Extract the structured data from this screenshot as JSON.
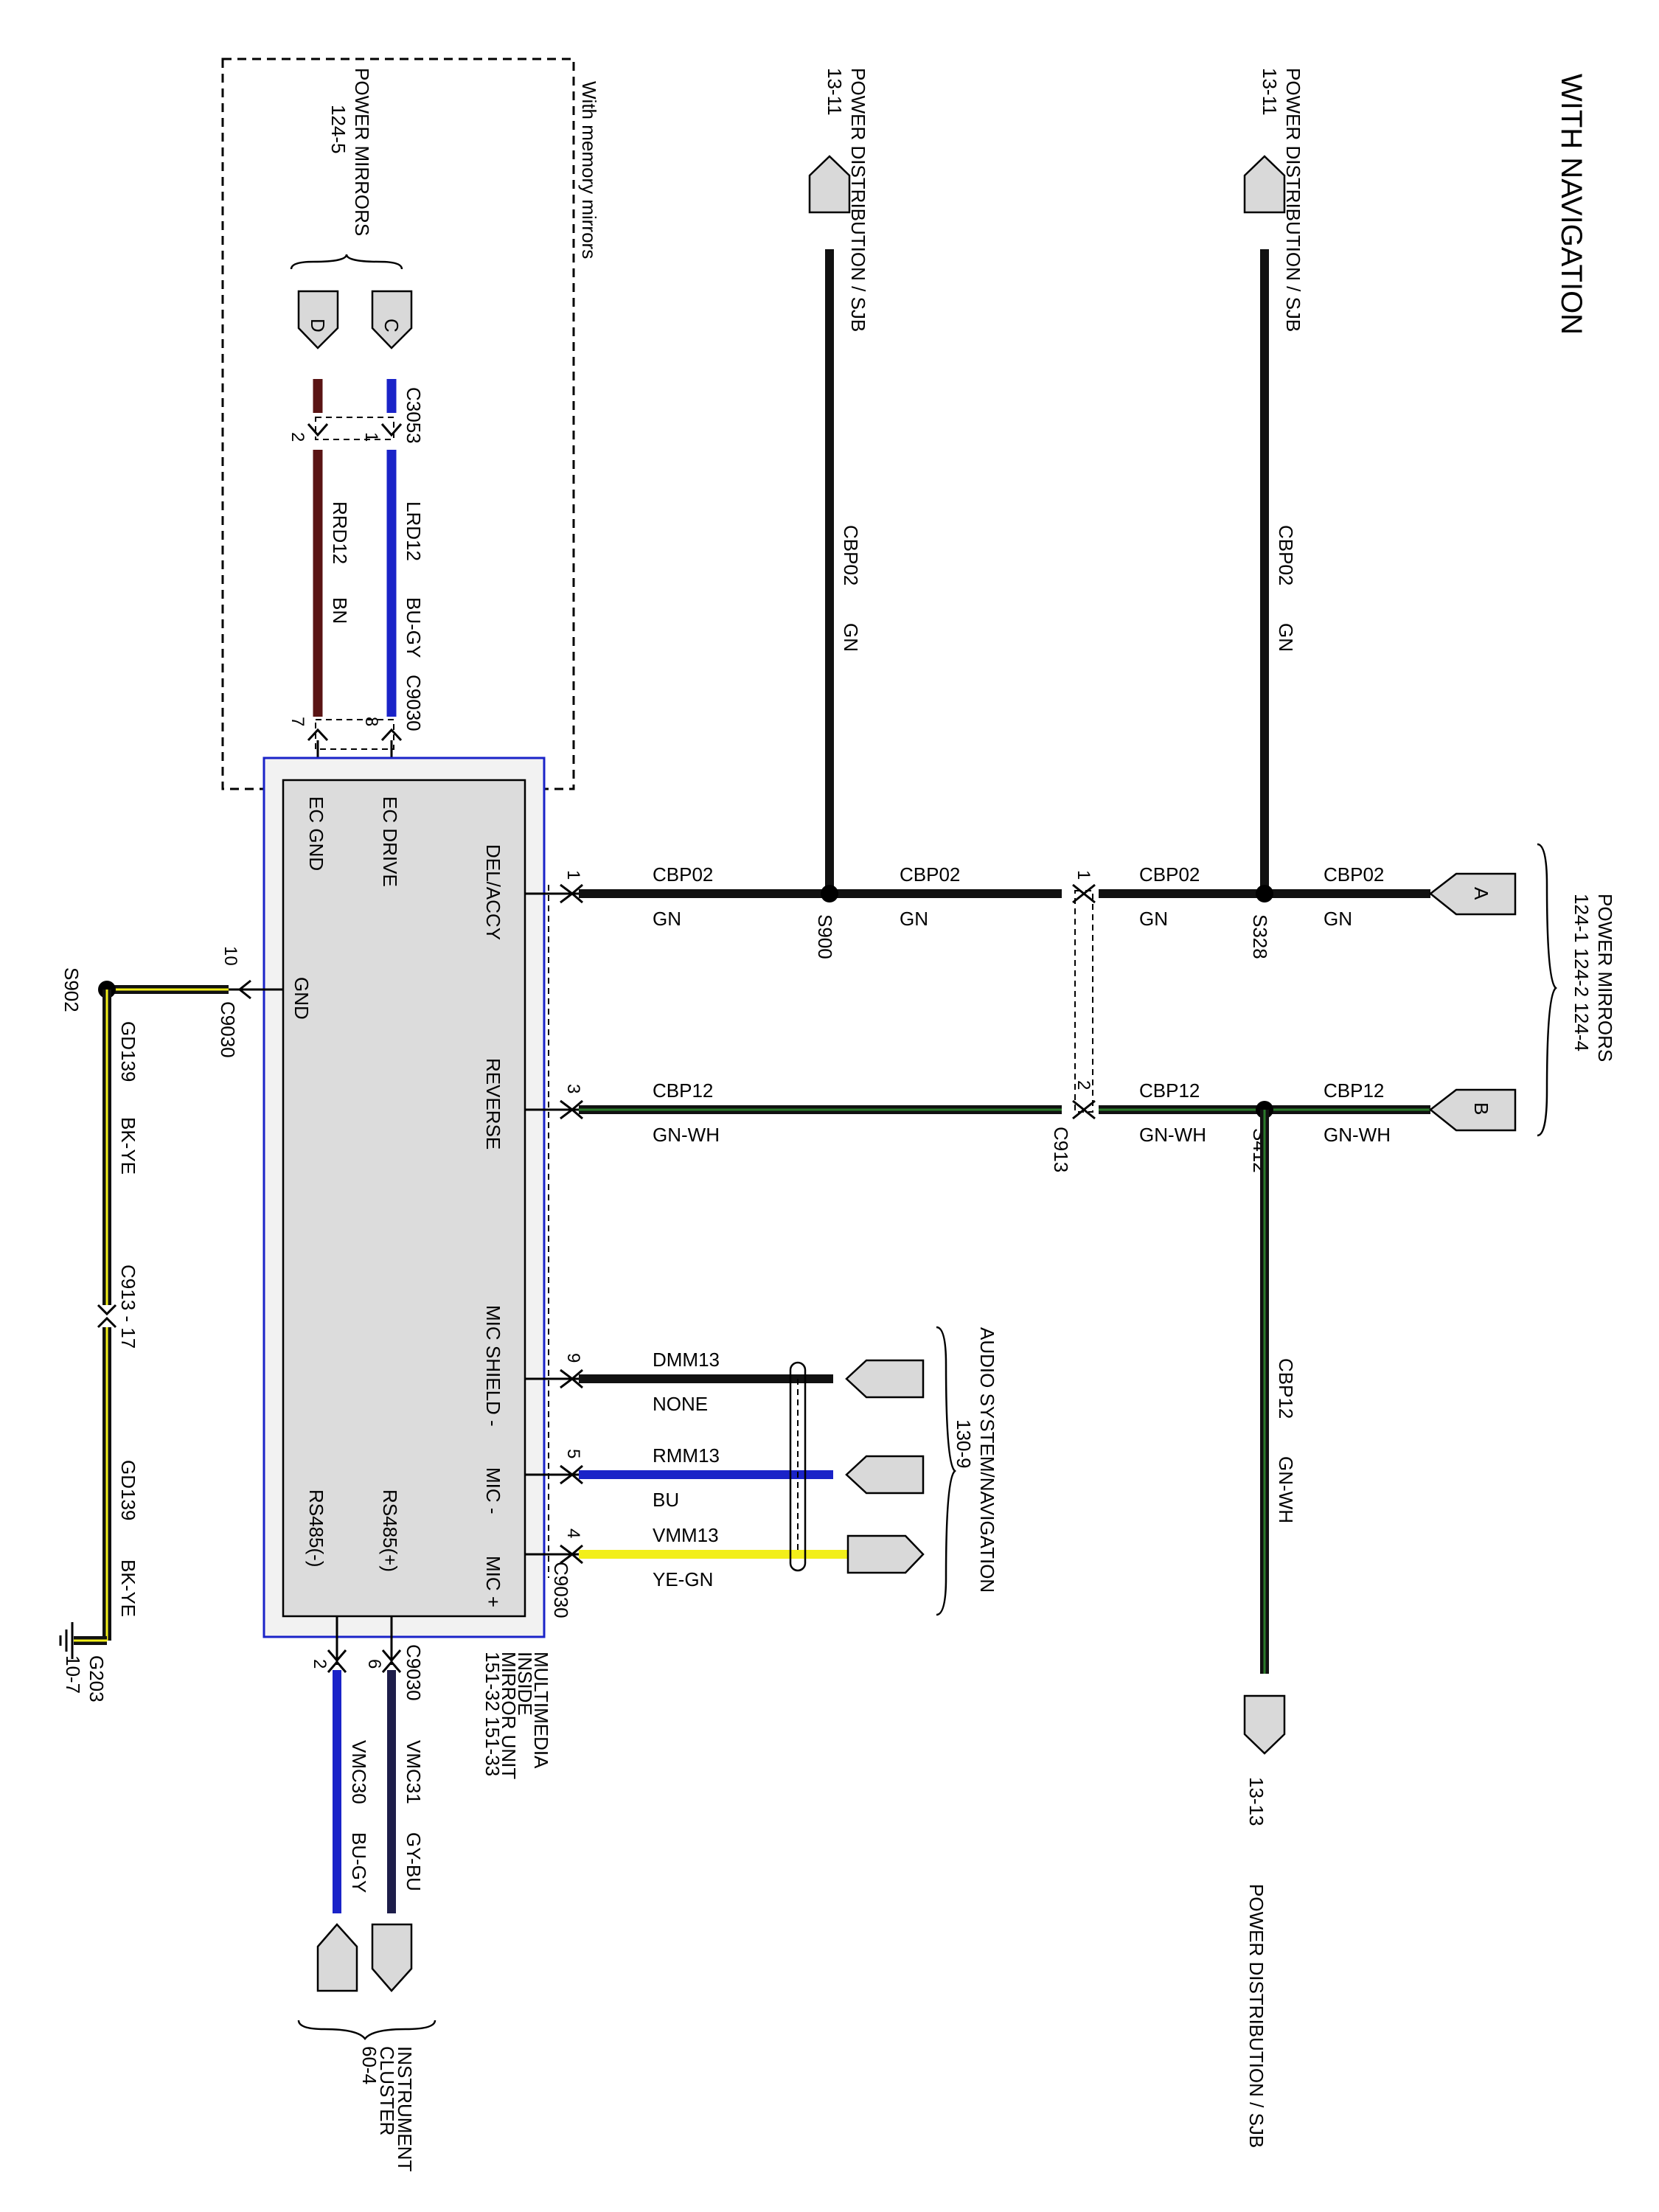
{
  "title": "WITH NAVIGATION",
  "module": {
    "name_lines": [
      "MULTIMEDIA",
      "INSIDE",
      "MIRROR UNIT",
      "151-32   151-33"
    ],
    "pins": {
      "del_accy": "DEL/ACCY",
      "reverse": "REVERSE",
      "mic_shield": "MIC SHIELD -",
      "mic_minus": "MIC -",
      "mic_plus": "MIC +",
      "ec_drive": "EC DRIVE",
      "ec_gnd": "EC GND",
      "gnd": "GND",
      "rs485_plus": "RS485(+)",
      "rs485_minus": "RS485(-)"
    }
  },
  "memory_box_label": "With memory mirrors",
  "power_mirrors_top": {
    "lines": [
      "POWER MIRRORS",
      "124-5"
    ],
    "tab_c": "C",
    "tab_d": "D",
    "connector": "C3053",
    "pin_1": "1",
    "pin_2": "2"
  },
  "power_mirrors_right": {
    "lines": [
      "POWER MIRRORS",
      "124-1      124-2      124-4"
    ],
    "tab_a": "A",
    "tab_b": "B"
  },
  "pd_top_left": {
    "lines": [
      "POWER DISTRIBUTION / SJB",
      "13-11"
    ]
  },
  "pd_top_right": {
    "lines": [
      "POWER DISTRIBUTION / SJB",
      "13-11"
    ]
  },
  "pd_bottom": {
    "ref": "13-13",
    "name": "POWER DISTRIBUTION / SJB"
  },
  "audio": {
    "lines": [
      "AUDIO SYSTEM/NAVIGATION",
      "130-9"
    ]
  },
  "instrument": {
    "lines": [
      "INSTRUMENT",
      "CLUSTER",
      "60-4"
    ]
  },
  "ground": {
    "lines": [
      "G203",
      "10-7"
    ]
  },
  "splices": {
    "s900": "S900",
    "s328": "S328",
    "s412": "S412",
    "s902": "S902"
  },
  "connectors": {
    "c9030": "C9030",
    "c913": "C913",
    "c913_17": "C913 - 17"
  },
  "pin_numbers": {
    "p1": "1",
    "p3": "3",
    "p9": "9",
    "p5": "5",
    "p4": "4",
    "p8": "8",
    "p7": "7",
    "p6": "6",
    "p2": "2",
    "p10": "10",
    "c913_1": "1",
    "c913_2": "2"
  },
  "wires": {
    "cbp02": "CBP02",
    "gn": "GN",
    "cbp12": "CBP12",
    "gn_wh": "GN-WH",
    "dmm13": "DMM13",
    "none": "NONE",
    "rmm13": "RMM13",
    "bu": "BU",
    "vmm13": "VMM13",
    "ye_gn": "YE-GN",
    "lrd12": "LRD12",
    "bu_gy": "BU-GY",
    "rrd12": "RRD12",
    "bn": "BN",
    "gd139": "GD139",
    "bk_ye": "BK-YE",
    "vmc31": "VMC31",
    "gy_bu": "GY-BU",
    "vmc30": "VMC30"
  },
  "colors": {
    "black": "#111111",
    "blue": "#1a23c8",
    "dark_red": "#5a1414",
    "yellow": "#f2ef1a",
    "module_fill": "#dcdcdc",
    "module_border": "#1a23c8",
    "gray": "#d9d9d9"
  }
}
